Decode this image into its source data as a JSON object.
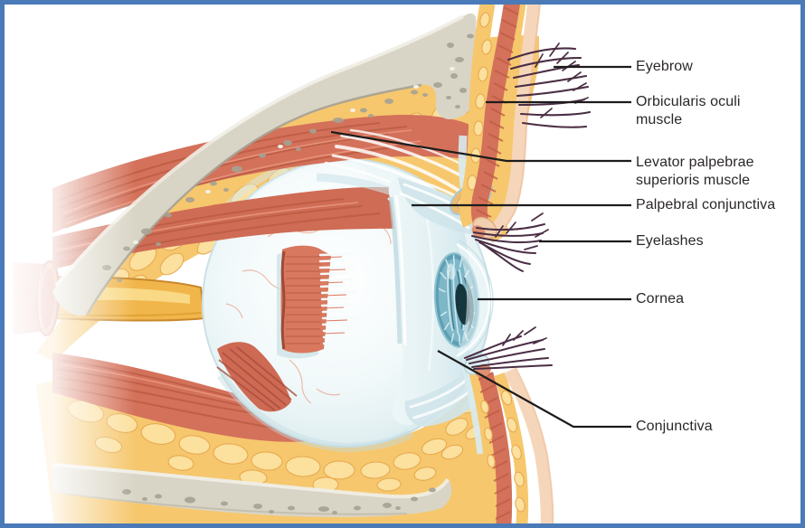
{
  "figure": {
    "type": "anatomical-diagram",
    "subject": "Sagittal section of the eye in the orbit showing eyelid and accessory structures",
    "labels": [
      {
        "id": "eyebrow",
        "text": "Eyebrow"
      },
      {
        "id": "orbicularis-oculi-muscle",
        "text": "Orbicularis oculi\nmuscle"
      },
      {
        "id": "levator-palpebrae-superioris-muscle",
        "text": "Levator palpebrae\nsuperioris muscle"
      },
      {
        "id": "palpebral-conjunctiva",
        "text": "Palpebral conjunctiva"
      },
      {
        "id": "eyelashes",
        "text": "Eyelashes"
      },
      {
        "id": "cornea",
        "text": "Cornea"
      },
      {
        "id": "conjunctiva",
        "text": "Conjunctiva"
      }
    ],
    "colors": {
      "frame": "#4a7ab8",
      "leader_line": "#1c1c1c",
      "label_text": "#2b2728",
      "muscle": "#d4715a",
      "muscle_dark": "#b85941",
      "fat": "#f6c76d",
      "fat_lobule": "#fbe09e",
      "bone": "#d9d5c6",
      "sclera": "#eef7f8",
      "iris": "#5d9fb4",
      "pupil": "#16363e",
      "skin": "#f6d6ba",
      "hair": "#4a2e44",
      "optic_nerve": "#f1b64b",
      "conjunctiva_membrane": "#d6eaee"
    }
  }
}
